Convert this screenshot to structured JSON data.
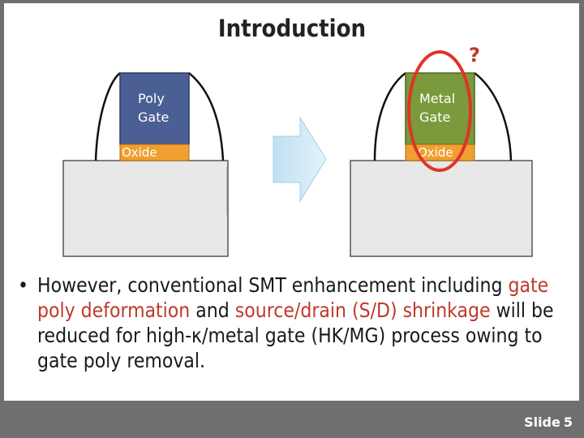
{
  "slide": {
    "title": "Introduction",
    "footer_label": "Slide",
    "footer_number": "5"
  },
  "diagram": {
    "left": {
      "gate_line1": "Poly",
      "gate_line2": "Gate",
      "oxide": "Oxide"
    },
    "right": {
      "gate_line1": "Metal",
      "gate_line2": "Gate",
      "oxide": "Oxide",
      "question": "?"
    }
  },
  "bullet": {
    "marker": "•",
    "s1": "However, conventional SMT enhancement including ",
    "h1": "gate poly deformation",
    "s2": " and ",
    "h2": "source/drain (S/D) shrinkage",
    "s3": " will be reduced for high-κ/metal gate (HK/MG) process owing to gate poly removal."
  },
  "colors": {
    "poly_gate": "#4a5f93",
    "metal_gate": "#7a9a3b",
    "oxide": "#f0a030",
    "substrate": "#e8e8e8",
    "highlight": "#e0332a",
    "arrow": "#cfe8f5"
  }
}
